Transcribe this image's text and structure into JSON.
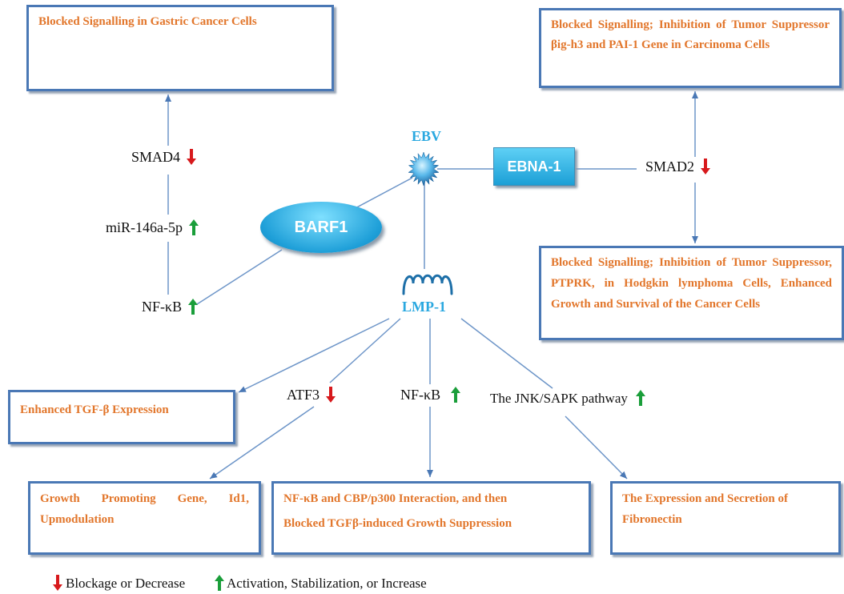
{
  "nodes": {
    "ebv": "EBV",
    "ebna1": "EBNA-1",
    "barf1": "BARF1",
    "lmp1": "LMP-1"
  },
  "boxes": {
    "gastric": "Blocked Signalling in Gastric Cancer Cells",
    "carcinoma": "Blocked Signalling; Inhibition of Tumor Suppressor βig-h3 and PAI-1 Gene in Carcinoma Cells",
    "hodgkin": "Blocked Signalling; Inhibition of Tumor Suppressor, PTPRK, in Hodgkin lymphoma Cells, Enhanced Growth and Survival of the Cancer Cells",
    "tgf": "Enhanced TGF-β Expression",
    "id1": "Growth Promoting Gene, Id1, Upmodulation",
    "nfkb_line1": "NF-κB and CBP/p300 Interaction, and then",
    "nfkb_line2": "Blocked TGFβ-induced Growth Suppression",
    "fibronectin": "The Expression and Secretion of Fibronectin"
  },
  "labels": {
    "smad4": "SMAD4",
    "mir": "miR-146a-5p",
    "nfkb_left": "NF-κB",
    "smad2": "SMAD2",
    "atf3": "ATF3",
    "nfkb_mid": "NF-κB",
    "jnk": "The JNK/SAPK pathway"
  },
  "legend": {
    "decrease": "Blockage or Decrease",
    "increase": "Activation, Stabilization, or  Increase"
  },
  "colors": {
    "decrease_arrow": "#d7191c",
    "increase_arrow": "#1a9e3a",
    "box_border": "#4a78b5",
    "box_text": "#e2762b",
    "ebv_blue": "#2aa8e0"
  }
}
